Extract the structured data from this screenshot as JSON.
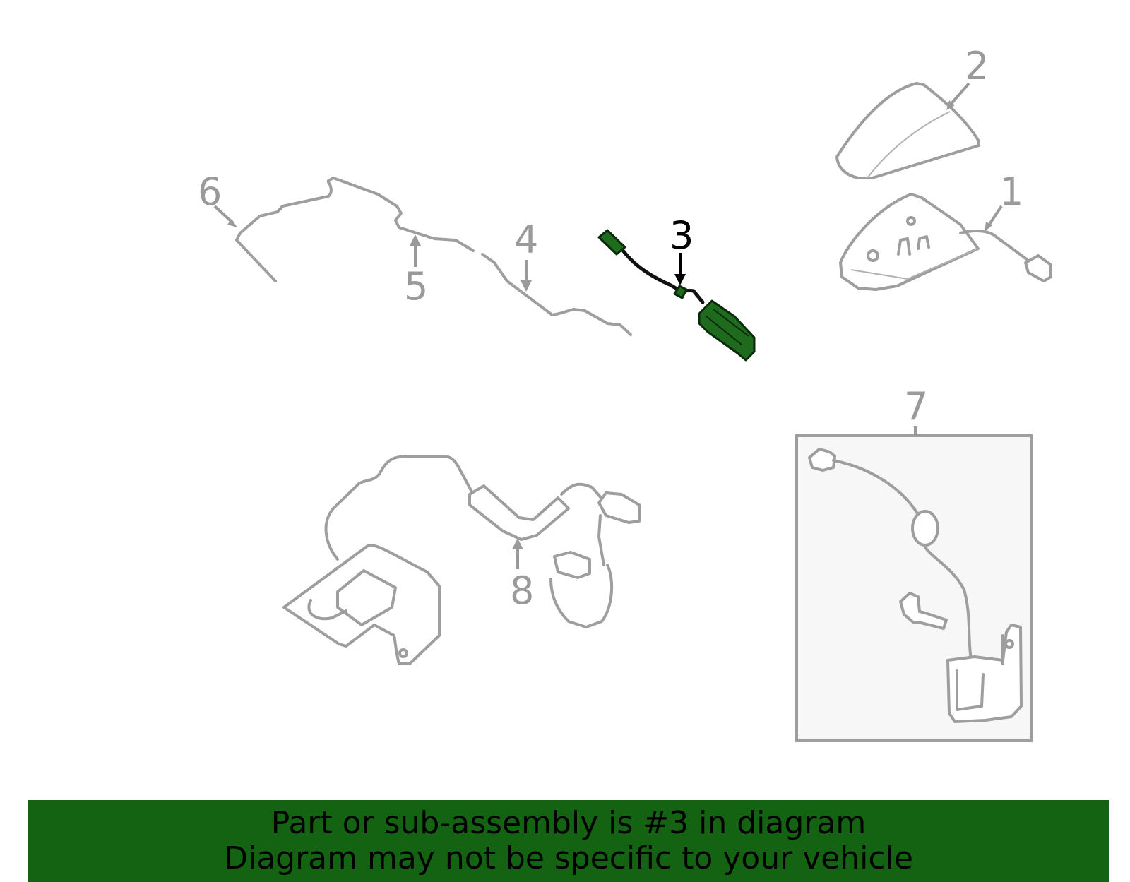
{
  "diagram": {
    "callouts": [
      "1",
      "2",
      "3",
      "4",
      "5",
      "6",
      "7",
      "8"
    ],
    "highlighted_callout": "3",
    "highlight_color": "#1e6b1e",
    "line_color": "#9e9e9e",
    "parts": [
      {
        "callout": "1",
        "icon": "antenna-base-icon"
      },
      {
        "callout": "2",
        "icon": "antenna-cover-icon"
      },
      {
        "callout": "3",
        "icon": "antenna-cable-icon"
      },
      {
        "callout": "4",
        "icon": "cable-section-icon"
      },
      {
        "callout": "5",
        "icon": "cable-section-icon"
      },
      {
        "callout": "6",
        "icon": "cable-section-icon"
      },
      {
        "callout": "7",
        "icon": "antenna-cable-kit-icon"
      },
      {
        "callout": "8",
        "icon": "module-harness-icon"
      }
    ]
  },
  "banner": {
    "line1": "Part or sub-assembly is #3 in diagram",
    "line2": "Diagram may not be specific to your vehicle",
    "background": "#136312"
  }
}
